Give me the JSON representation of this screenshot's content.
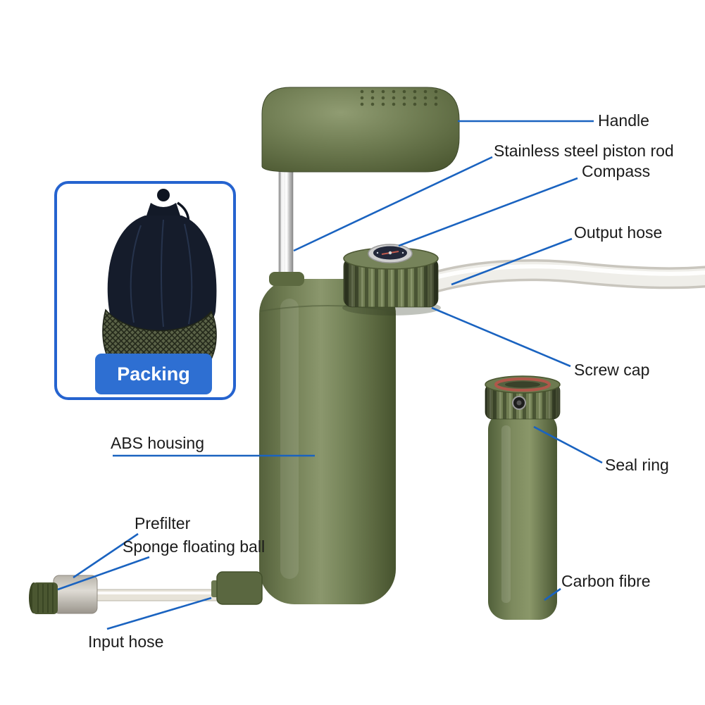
{
  "colors": {
    "leader_line": "#1a63c0",
    "packing_border": "#2563cf",
    "packing_button_bg": "#2e6fd2",
    "packing_button_text": "#ffffff",
    "label_text": "#1b1b1b",
    "body_olive": "#6d7a50",
    "piston_rod_silver": "#d9d9d9",
    "seal_ring_red": "#b0574a"
  },
  "labels": {
    "handle": "Handle",
    "piston_rod": "Stainless steel piston rod",
    "compass": "Compass",
    "output_hose": "Output hose",
    "screw_cap": "Screw cap",
    "abs_housing": "ABS housing",
    "seal_ring": "Seal ring",
    "prefilter": "Prefilter",
    "sponge_floating_ball": "Sponge floating ball",
    "carbon_fibre": "Carbon fibre",
    "input_hose": "Input hose",
    "packing": "Packing"
  }
}
